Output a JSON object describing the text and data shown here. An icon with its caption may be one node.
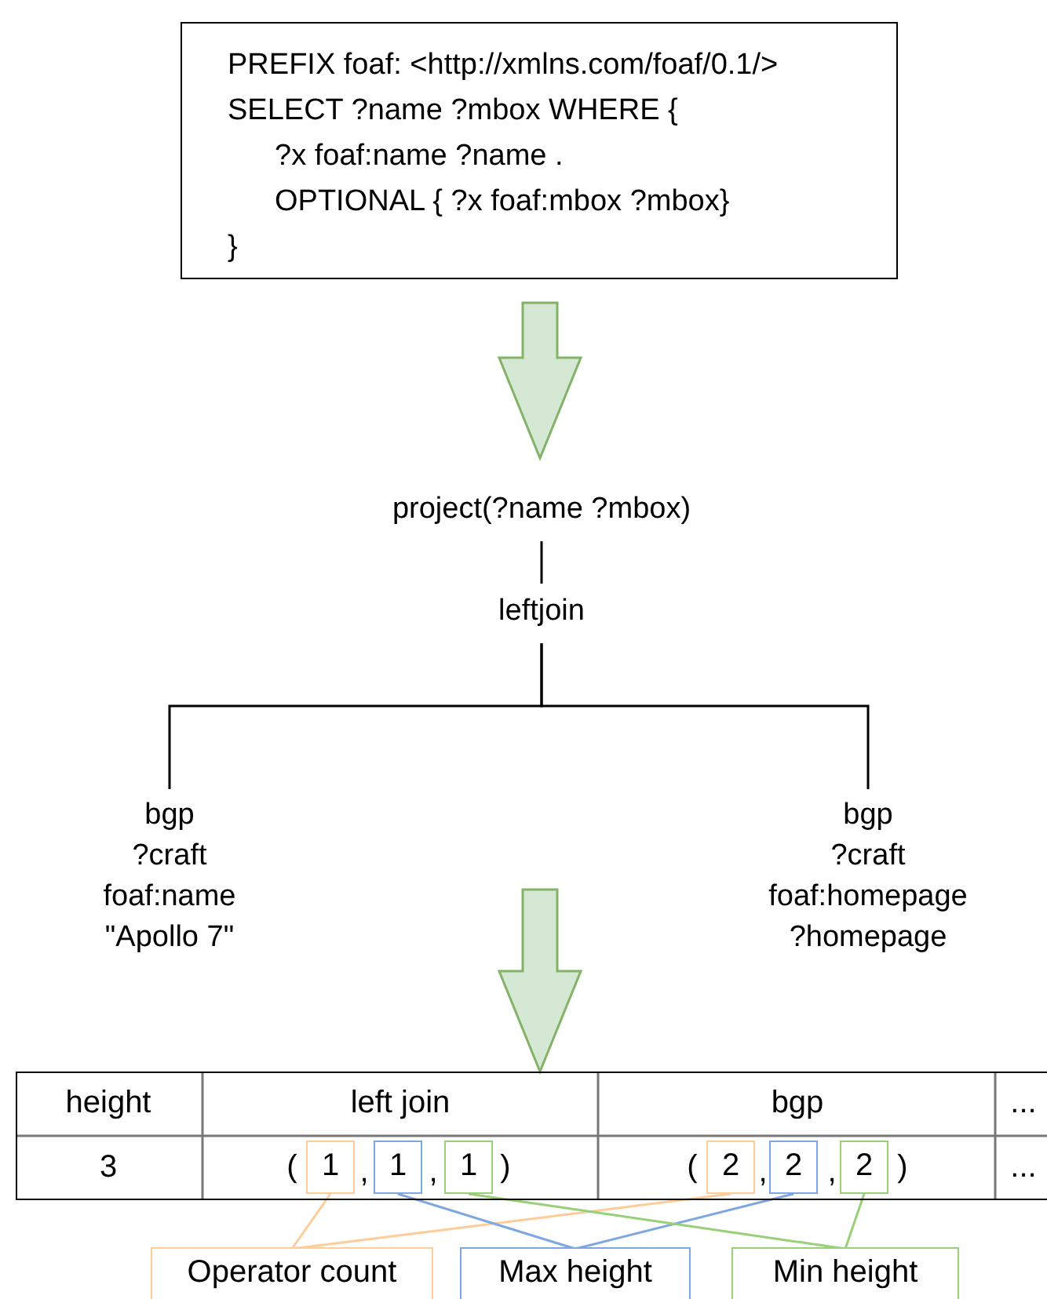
{
  "diagram": {
    "nodes": [
      {
        "text": [
          "PREFIX foaf: <http://xmlns.com/foaf/0.1/>",
          "SELECT ?name ?mbox WHERE  {",
          "?x foaf:name  ?name .",
          "OPTIONAL { ?x foaf:mbox ?mbox}",
          "}"
        ]
      },
      {
        "text": [
          "project(?name ?mbox)"
        ]
      },
      {
        "text": [
          "leftjoin"
        ]
      },
      {
        "text": [
          "bgp",
          "?craft",
          "foaf:name",
          "\"Apollo 7\""
        ]
      },
      {
        "text": [
          "bgp",
          "?craft",
          "foaf:homepage",
          "?homepage"
        ]
      },
      {
        "text": [],
        "shape": "box"
      },
      {
        "text": [
          "1"
        ],
        "in": 5
      },
      {
        "text": [
          "1"
        ],
        "in": 5
      },
      {
        "text": [
          "1"
        ],
        "in": 5
      },
      {
        "text": [
          "2"
        ],
        "in": 5
      },
      {
        "text": [
          "2"
        ],
        "in": 5
      },
      {
        "text": [
          "2"
        ],
        "in": 5
      },
      {
        "text": [
          "Operator count"
        ]
      },
      {
        "text": [
          "Max height"
        ]
      },
      {
        "text": [
          "Min height"
        ]
      }
    ],
    "edges": [
      {
        "from": 0,
        "to": 1,
        "arrow": "to",
        "style": "thick",
        "color": "#82b366"
      },
      {
        "from": 1,
        "to": 2,
        "arrow": "none"
      },
      {
        "from": 2,
        "to": 3,
        "arrow": "none"
      },
      {
        "from": 2,
        "to": 4,
        "arrow": "none"
      },
      {
        "from": null,
        "to": 5,
        "arrow": "to",
        "style": "thick",
        "color": "#82b366"
      },
      {
        "from": 6,
        "to": 12,
        "arrow": "none",
        "color": "#ffcc99"
      },
      {
        "from": 9,
        "to": 12,
        "arrow": "none",
        "color": "#ffcc99"
      },
      {
        "from": 7,
        "to": 13,
        "arrow": "none",
        "color": "#7ea6e0"
      },
      {
        "from": 10,
        "to": 13,
        "arrow": "none",
        "color": "#7ea6e0"
      },
      {
        "from": 8,
        "to": 14,
        "arrow": "none",
        "color": "#97d077"
      },
      {
        "from": 11,
        "to": 14,
        "arrow": "none",
        "color": "#97d077"
      }
    ],
    "labels": [
      "height",
      "left join",
      "bgp",
      "...",
      "3",
      "(",
      ",",
      ",",
      ")",
      "(",
      ",",
      ",",
      ")",
      "..."
    ]
  }
}
